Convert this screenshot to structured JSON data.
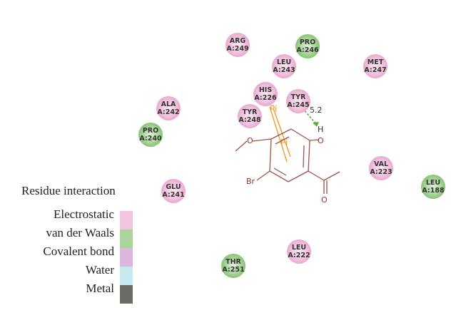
{
  "residues": [
    {
      "name": "ARG",
      "chain": "A:249",
      "type": "Electrostatic"
    },
    {
      "name": "PRO",
      "chain": "A:246",
      "type": "van der Waals"
    },
    {
      "name": "MET",
      "chain": "A:247",
      "type": "Electrostatic"
    },
    {
      "name": "LEU",
      "chain": "A:243",
      "type": "Electrostatic"
    },
    {
      "name": "HIS",
      "chain": "A:226",
      "type": "Electrostatic"
    },
    {
      "name": "TYR",
      "chain": "A:245",
      "type": "Electrostatic"
    },
    {
      "name": "ALA",
      "chain": "A:242",
      "type": "Electrostatic"
    },
    {
      "name": "TYR",
      "chain": "A:248",
      "type": "Electrostatic"
    },
    {
      "name": "PRO",
      "chain": "A:240",
      "type": "van der Waals"
    },
    {
      "name": "VAL",
      "chain": "A:223",
      "type": "Electrostatic"
    },
    {
      "name": "LEU",
      "chain": "A:188",
      "type": "van der Waals"
    },
    {
      "name": "GLU",
      "chain": "A:241",
      "type": "Electrostatic"
    },
    {
      "name": "LEU",
      "chain": "A:222",
      "type": "Electrostatic"
    },
    {
      "name": "THR",
      "chain": "A:251",
      "type": "van der Waals"
    }
  ],
  "ligand": {
    "atoms": {
      "oxygen_methoxy": "O",
      "oxygen_hydroxyl": "O",
      "hydrogen": "H",
      "bromine": "Br",
      "oxygen_carbonyl": "O"
    }
  },
  "interactions": {
    "pi_label_1": "Pi",
    "pi_label_2": "Pi",
    "hbond_distance": "5.2"
  },
  "legend": {
    "title": "Residue interaction",
    "items": [
      {
        "label": "Electrostatic",
        "color": "#f2c4df"
      },
      {
        "label": "van der Waals",
        "color": "#a9d59a"
      },
      {
        "label": "Covalent bond",
        "color": "#ddb6de"
      },
      {
        "label": "Water",
        "color": "#c7e7ef"
      },
      {
        "label": "Metal",
        "color": "#6e6a66"
      }
    ]
  },
  "colors": {
    "electrostatic": "#f2c4df",
    "vdw": "#a9d59a",
    "ligand_bond": "#a0524a",
    "pi_line": "#f39c2a",
    "hbond": "#58b23a"
  }
}
